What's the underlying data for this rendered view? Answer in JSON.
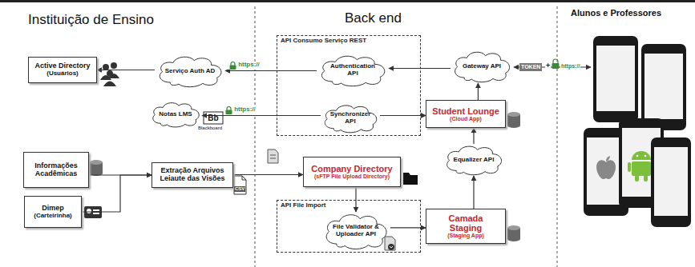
{
  "diagram": {
    "nodes": [
      {
        "text": [
          "Active Directory",
          "(Usuários)"
        ]
      },
      {
        "text": [
          "Serviço Auth AD"
        ]
      },
      {
        "text": [
          "Notas LMS"
        ]
      },
      {
        "text": [
          "Informações Acadêmicas"
        ]
      },
      {
        "text": [
          "Dimep",
          "(Carteirinha)"
        ]
      },
      {
        "text": [
          "Extração Arquivos Leiaute das Visões"
        ]
      },
      {
        "text": [
          "API Consumo Serviço REST"
        ]
      },
      {
        "text": [
          "Authentication API"
        ],
        "in": 6
      },
      {
        "text": [
          "Synchronizer API"
        ],
        "in": 6
      },
      {
        "text": [
          "Gateway API"
        ]
      },
      {
        "text": [
          "Student Lounge",
          "(Cloud App)"
        ]
      },
      {
        "text": [
          "Company Directory",
          "(sFTP File Upload Directory)"
        ]
      },
      {
        "text": [
          "API File Import"
        ]
      },
      {
        "text": [
          "File Validator & Uploader API"
        ],
        "in": 12
      },
      {
        "text": [
          "Equalizer API"
        ]
      },
      {
        "text": [
          "Camada Staging",
          "(Staging App)"
        ]
      }
    ],
    "edges": [
      {
        "from": 1,
        "to": 0,
        "arrow": "to"
      },
      {
        "from": 7,
        "to": 1,
        "arrow": "to",
        "label": "https://"
      },
      {
        "from": 9,
        "to": 7,
        "arrow": "to"
      },
      {
        "from": 8,
        "to": 2,
        "arrow": "to",
        "label": "https://"
      },
      {
        "from": 8,
        "to": 10,
        "arrow": "to"
      },
      {
        "from": 10,
        "to": 9,
        "arrow": "to"
      },
      {
        "from": 14,
        "to": 10,
        "arrow": "to"
      },
      {
        "from": 15,
        "to": 14,
        "arrow": "to"
      },
      {
        "from": 3,
        "to": 5,
        "arrow": "to"
      },
      {
        "from": 4,
        "to": 5,
        "arrow": "to"
      },
      {
        "from": 5,
        "to": 11,
        "arrow": "to"
      },
      {
        "from": 11,
        "to": 13,
        "arrow": "to"
      },
      {
        "from": 13,
        "to": 15,
        "arrow": "to"
      }
    ],
    "labels": [
      "Instituição de Ensino",
      "Back end",
      "Alunos e Professores",
      "Bb",
      "Blackboard",
      "CSV",
      "TOKEN",
      "+",
      "https://"
    ]
  }
}
